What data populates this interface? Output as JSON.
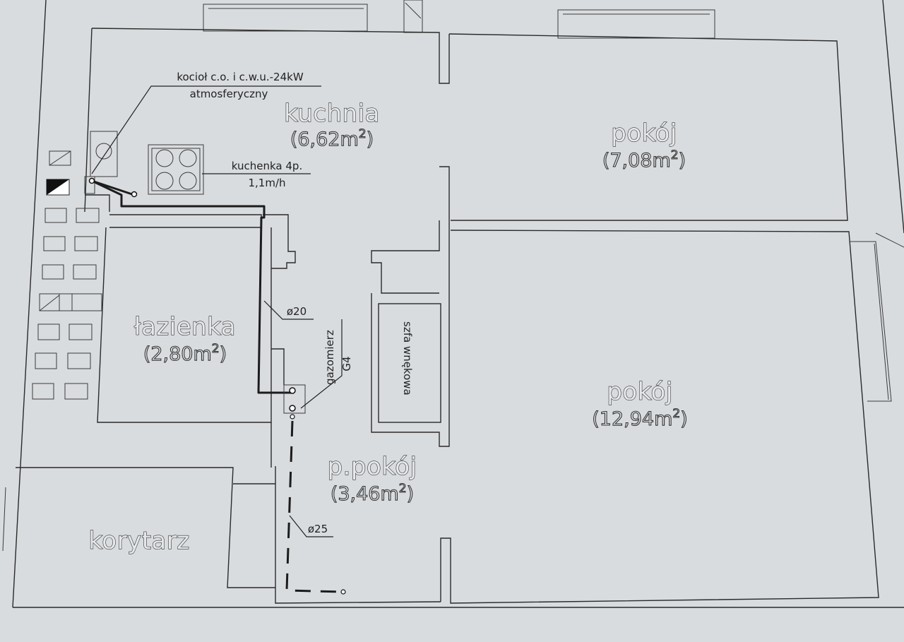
{
  "rooms": {
    "kitchen": {
      "name": "kuchnia",
      "area": "(6,62m",
      "area_close": ")"
    },
    "room_small": {
      "name": "pokój",
      "area": "(7,08m",
      "area_close": ")"
    },
    "bathroom": {
      "name": "łazienka",
      "area": "(2,80m",
      "area_close": ")"
    },
    "room_large": {
      "name": "pokój",
      "area": "(12,94m",
      "area_close": ")"
    },
    "hall": {
      "name": "p.pokój",
      "area": "(3,46m",
      "area_close": ")"
    },
    "corridor": {
      "name": "korytarz"
    }
  },
  "area_exponent": "2",
  "annotations": {
    "boiler_line1": "kocioł c.o. i c.w.u.-24kW",
    "boiler_line2": "atmosferyczny",
    "stove_line1": "kuchenka 4p.",
    "stove_line2": "1,1m/h",
    "pipe_20": "ø20",
    "pipe_25": "ø25",
    "meter_line1": "gazomierz",
    "meter_line2": "G4",
    "wardrobe": "szfa wnękowa"
  },
  "colors": {
    "paper": "#d9dcdf",
    "line": "#2a2a2a",
    "pipe": "#1c1c1c"
  }
}
